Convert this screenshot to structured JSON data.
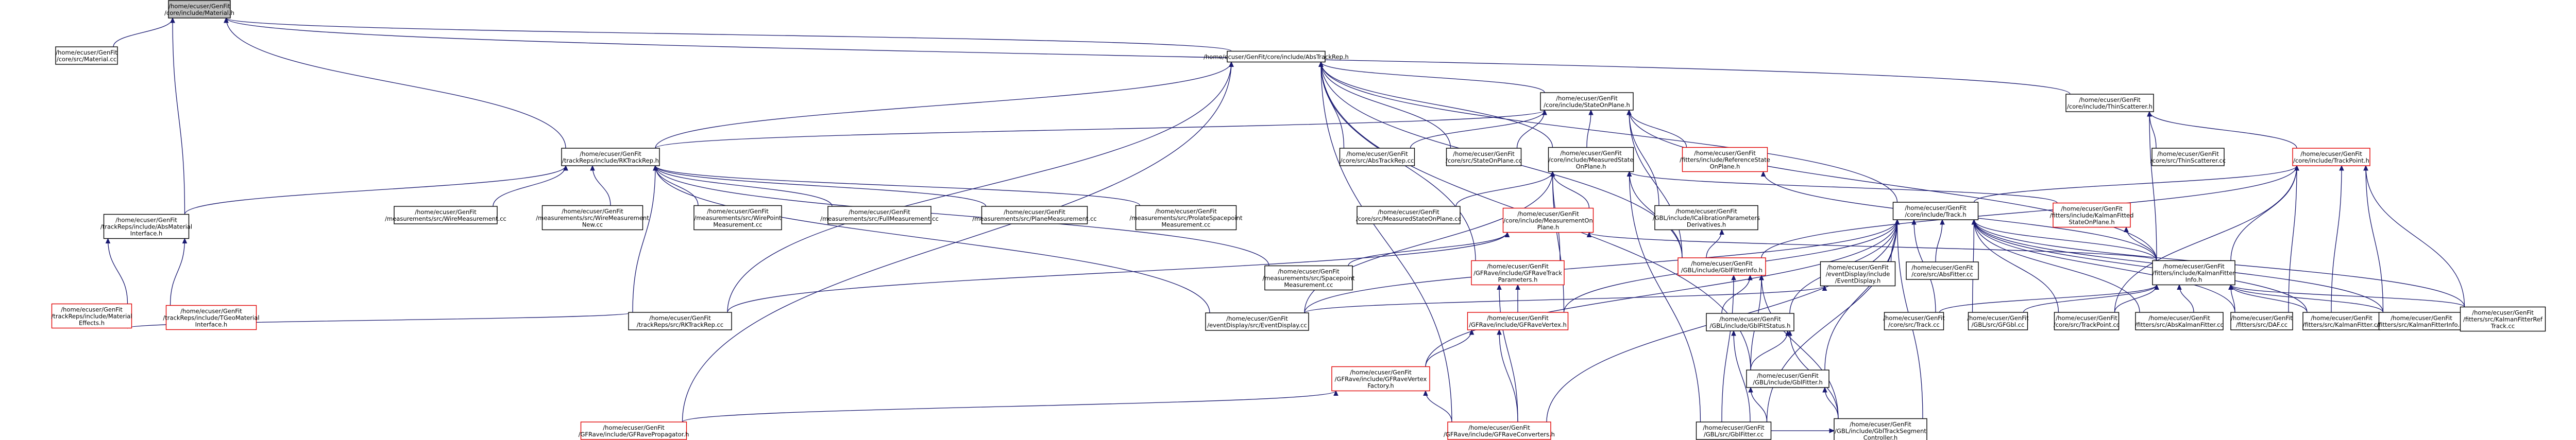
{
  "title": "",
  "nodes": [
    {
      "id": "material",
      "lines": [
        "/home/ecuser/GenFit",
        "/core/include/Material.h"
      ],
      "style": "root"
    },
    {
      "id": "material_cc",
      "lines": [
        "/home/ecuser/GenFit",
        "/core/src/Material.cc"
      ],
      "style": "normal"
    },
    {
      "id": "abstrackrep_h",
      "lines": [
        "/home/ecuser/GenFit/core/include/AbsTrackRep.h"
      ],
      "style": "normal"
    },
    {
      "id": "abs_material_interface_h",
      "lines": [
        "/home/ecuser/GenFit",
        "/trackReps/include/AbsMaterial",
        "Interface.h"
      ],
      "style": "normal"
    },
    {
      "id": "rktrackrep_h",
      "lines": [
        "/home/ecuser/GenFit",
        "/trackReps/include/RKTrackRep.h"
      ],
      "style": "normal"
    },
    {
      "id": "stateonplane_h",
      "lines": [
        "/home/ecuser/GenFit",
        "/core/include/StateOnPlane.h"
      ],
      "style": "normal"
    },
    {
      "id": "thinscatterer_h",
      "lines": [
        "/home/ecuser/GenFit",
        "/core/include/ThinScatterer.h"
      ],
      "style": "normal"
    },
    {
      "id": "material_effects_h",
      "lines": [
        "/home/ecuser/GenFit",
        "/trackReps/include/Material",
        "Effects.h"
      ],
      "style": "red"
    },
    {
      "id": "tgeo_material_interface_h",
      "lines": [
        "/home/ecuser/GenFit",
        "/trackReps/include/TGeoMaterial",
        "Interface.h"
      ],
      "style": "red"
    },
    {
      "id": "gfrave_propagator_h",
      "lines": [
        "/home/ecuser/GenFit",
        "/GFRave/include/GFRavePropagator.h"
      ],
      "style": "red"
    },
    {
      "id": "wire_measurement_cc",
      "lines": [
        "/home/ecuser/GenFit",
        "/measurements/src/WireMeasurement.cc"
      ],
      "style": "normal"
    },
    {
      "id": "wire_measurement_new_cc",
      "lines": [
        "/home/ecuser/GenFit",
        "/measurements/src/WireMeasurement",
        "New.cc"
      ],
      "style": "normal"
    },
    {
      "id": "wire_point_measurement_cc",
      "lines": [
        "/home/ecuser/GenFit",
        "/measurements/src/WirePoint",
        "Measurement.cc"
      ],
      "style": "normal"
    },
    {
      "id": "full_measurement_cc",
      "lines": [
        "/home/ecuser/GenFit",
        "/measurements/src/FullMeasurement.cc"
      ],
      "style": "normal"
    },
    {
      "id": "plane_measurement_cc",
      "lines": [
        "/home/ecuser/GenFit",
        "/measurements/src/PlaneMeasurement.cc"
      ],
      "style": "normal"
    },
    {
      "id": "prolate_spacepoint_measurement_cc",
      "lines": [
        "/home/ecuser/GenFit",
        "/measurements/src/ProlateSpacepoint",
        "Measurement.cc"
      ],
      "style": "normal"
    },
    {
      "id": "abstrackrep_cc",
      "lines": [
        "/home/ecuser/GenFit",
        "/core/src/AbsTrackRep.cc"
      ],
      "style": "normal"
    },
    {
      "id": "stateonplane_cc",
      "lines": [
        "/home/ecuser/GenFit",
        "/core/src/StateOnPlane.cc"
      ],
      "style": "normal"
    },
    {
      "id": "measured_stateonplane_h",
      "lines": [
        "/home/ecuser/GenFit",
        "/core/include/MeasuredState",
        "OnPlane.h"
      ],
      "style": "normal"
    },
    {
      "id": "reference_stateonplane_h",
      "lines": [
        "/home/ecuser/GenFit",
        "/fitters/include/ReferenceState",
        "OnPlane.h"
      ],
      "style": "red"
    },
    {
      "id": "thinscatterer_cc",
      "lines": [
        "/home/ecuser/GenFit",
        "/core/src/ThinScatterer.cc"
      ],
      "style": "normal"
    },
    {
      "id": "trackpoint_h",
      "lines": [
        "/home/ecuser/GenFit",
        "/core/include/TrackPoint.h"
      ],
      "style": "red"
    },
    {
      "id": "measured_stateonplane_cc",
      "lines": [
        "/home/ecuser/GenFit",
        "/core/src/MeasuredStateOnPlane.cc"
      ],
      "style": "normal"
    },
    {
      "id": "measurement_on_plane_h",
      "lines": [
        "/home/ecuser/GenFit",
        "/core/include/MeasurementOn",
        "Plane.h"
      ],
      "style": "red"
    },
    {
      "id": "calibration_parameters_h",
      "lines": [
        "/home/ecuser/GenFit",
        "/GBL/include/ICalibrationParameters",
        "Derivatives.h"
      ],
      "style": "normal"
    },
    {
      "id": "track_h",
      "lines": [
        "/home/ecuser/GenFit",
        "/core/include/Track.h"
      ],
      "style": "normal"
    },
    {
      "id": "kalman_fitted_stateonplane_h",
      "lines": [
        "/home/ecuser/GenFit",
        "/fitters/include/KalmanFitted",
        "StateOnPlane.h"
      ],
      "style": "red"
    },
    {
      "id": "spacepoint_measurement_cc",
      "lines": [
        "/home/ecuser/GenFit",
        "/measurements/src/Spacepoint",
        "Measurement.cc"
      ],
      "style": "normal"
    },
    {
      "id": "gfrave_track_parameters_h",
      "lines": [
        "/home/ecuser/GenFit",
        "/GFRave/include/GFRaveTrack",
        "Parameters.h"
      ],
      "style": "red"
    },
    {
      "id": "gbl_fitterinfo_h",
      "lines": [
        "/home/ecuser/GenFit",
        "/GBL/include/GblFitterInfo.h"
      ],
      "style": "red"
    },
    {
      "id": "event_display_h",
      "lines": [
        "/home/ecuser/GenFit",
        "/eventDisplay/include",
        "/EventDisplay.h"
      ],
      "style": "normal"
    },
    {
      "id": "absfitter_cc",
      "lines": [
        "/home/ecuser/GenFit",
        "/core/src/AbsFitter.cc"
      ],
      "style": "normal"
    },
    {
      "id": "kalman_fitterinfo_h",
      "lines": [
        "/home/ecuser/GenFit",
        "/fitters/include/KalmanFitter",
        "Info.h"
      ],
      "style": "normal"
    },
    {
      "id": "rktrackrep_cc",
      "lines": [
        "/home/ecuser/GenFit",
        "/trackReps/src/RKTrackRep.cc"
      ],
      "style": "normal"
    },
    {
      "id": "event_display_cc",
      "lines": [
        "/home/ecuser/GenFit",
        "/eventDisplay/src/EventDisplay.cc"
      ],
      "style": "normal"
    },
    {
      "id": "gfrave_vertex_h",
      "lines": [
        "/home/ecuser/GenFit",
        "/GFRave/include/GFRaveVertex.h"
      ],
      "style": "red"
    },
    {
      "id": "gbl_fitstatus_h",
      "lines": [
        "/home/ecuser/GenFit",
        "/GBL/include/GblFitStatus.h"
      ],
      "style": "normal"
    },
    {
      "id": "track_cc",
      "lines": [
        "/home/ecuser/GenFit",
        "/core/src/Track.cc"
      ],
      "style": "normal"
    },
    {
      "id": "gfgbl_cc",
      "lines": [
        "/home/ecuser/GenFit",
        "/GBL/src/GFGbl.cc"
      ],
      "style": "normal"
    },
    {
      "id": "trackpoint_cc",
      "lines": [
        "/home/ecuser/GenFit",
        "/core/src/TrackPoint.cc"
      ],
      "style": "normal"
    },
    {
      "id": "abs_kalman_fitter_cc",
      "lines": [
        "/home/ecuser/GenFit",
        "/fitters/src/AbsKalmanFitter.cc"
      ],
      "style": "normal"
    },
    {
      "id": "daf_cc",
      "lines": [
        "/home/ecuser/GenFit",
        "/fitters/src/DAF.cc"
      ],
      "style": "normal"
    },
    {
      "id": "kalman_fitter_cc",
      "lines": [
        "/home/ecuser/GenFit",
        "/fitters/src/KalmanFitter.cc"
      ],
      "style": "normal"
    },
    {
      "id": "kalman_fitterinfo_cc",
      "lines": [
        "/home/ecuser/GenFit",
        "/fitters/src/KalmanFitterInfo.cc"
      ],
      "style": "normal"
    },
    {
      "id": "kalman_fitter_refined_track_cc",
      "lines": [
        "/home/ecuser/GenFit",
        "/fitters/src/KalmanFitterRef",
        "Track.cc"
      ],
      "style": "normal"
    },
    {
      "id": "gfrave_vertex_factory_h",
      "lines": [
        "/home/ecuser/GenFit",
        "/GFRave/include/GFRaveVertex",
        "Factory.h"
      ],
      "style": "red"
    },
    {
      "id": "gbl_fitter_h",
      "lines": [
        "/home/ecuser/GenFit",
        "/GBL/include/GblFitter.h"
      ],
      "style": "normal"
    },
    {
      "id": "gfrave_converters_h",
      "lines": [
        "/home/ecuser/GenFit",
        "/GFRave/include/GFRaveConverters.h"
      ],
      "style": "red"
    },
    {
      "id": "gbl_fitter_cc",
      "lines": [
        "/home/ecuser/GenFit",
        "/GBL/src/GblFitter.cc"
      ],
      "style": "normal"
    },
    {
      "id": "gbl_track_segment_controller_h",
      "lines": [
        "/home/ecuser/GenFit",
        "/GBL/include/GblTrackSegment",
        "Controller.h"
      ],
      "style": "normal"
    }
  ],
  "edges": [
    [
      "material",
      "material_cc"
    ],
    [
      "material",
      "abstrackrep_h"
    ],
    [
      "material",
      "abs_material_interface_h"
    ],
    [
      "material",
      "rktrackrep_h"
    ],
    [
      "material",
      "thinscatterer_h"
    ],
    [
      "abstrackrep_h",
      "stateonplane_h"
    ],
    [
      "abstrackrep_h",
      "rktrackrep_h"
    ],
    [
      "abstrackrep_h",
      "abstrackrep_cc"
    ],
    [
      "abstrackrep_h",
      "stateonplane_cc"
    ],
    [
      "abstrackrep_h",
      "measured_stateonplane_h"
    ],
    [
      "abstrackrep_h",
      "track_h"
    ],
    [
      "abstrackrep_h",
      "gfrave_propagator_h"
    ],
    [
      "abstrackrep_h",
      "gfrave_track_parameters_h"
    ],
    [
      "abstrackrep_h",
      "gbl_fitterinfo_h"
    ],
    [
      "abstrackrep_h",
      "gfrave_converters_h"
    ],
    [
      "abstrackrep_h",
      "gbl_fitter_h"
    ],
    [
      "abstrackrep_h",
      "rktrackrep_cc"
    ],
    [
      "abs_material_interface_h",
      "material_effects_h"
    ],
    [
      "abs_material_interface_h",
      "tgeo_material_interface_h"
    ],
    [
      "material_effects_h",
      "rktrackrep_cc"
    ],
    [
      "stateonplane_h",
      "rktrackrep_h"
    ],
    [
      "stateonplane_h",
      "abstrackrep_cc"
    ],
    [
      "stateonplane_h",
      "stateonplane_cc"
    ],
    [
      "stateonplane_h",
      "measured_stateonplane_h"
    ],
    [
      "stateonplane_h",
      "reference_stateonplane_h"
    ],
    [
      "stateonplane_h",
      "calibration_parameters_h"
    ],
    [
      "stateonplane_h",
      "kalman_fitterinfo_h"
    ],
    [
      "stateonplane_h",
      "gbl_fitterinfo_h"
    ],
    [
      "rktrackrep_h",
      "wire_measurement_cc"
    ],
    [
      "rktrackrep_h",
      "wire_measurement_new_cc"
    ],
    [
      "rktrackrep_h",
      "wire_point_measurement_cc"
    ],
    [
      "rktrackrep_h",
      "full_measurement_cc"
    ],
    [
      "rktrackrep_h",
      "plane_measurement_cc"
    ],
    [
      "rktrackrep_h",
      "prolate_spacepoint_measurement_cc"
    ],
    [
      "rktrackrep_h",
      "spacepoint_measurement_cc"
    ],
    [
      "rktrackrep_h",
      "event_display_cc"
    ],
    [
      "rktrackrep_h",
      "rktrackrep_cc"
    ],
    [
      "rktrackrep_h",
      "abs_material_interface_h"
    ],
    [
      "measured_stateonplane_h",
      "measured_stateonplane_cc"
    ],
    [
      "measured_stateonplane_h",
      "measurement_on_plane_h"
    ],
    [
      "measured_stateonplane_h",
      "kalman_fitted_stateonplane_h"
    ],
    [
      "measured_stateonplane_h",
      "gbl_fitterinfo_h"
    ],
    [
      "measured_stateonplane_h",
      "gfrave_track_parameters_h"
    ],
    [
      "measured_stateonplane_h",
      "gbl_fitter_cc"
    ],
    [
      "measured_stateonplane_h",
      "event_display_cc"
    ],
    [
      "measured_stateonplane_h",
      "gfrave_vertex_h"
    ],
    [
      "measurement_on_plane_h",
      "spacepoint_measurement_cc"
    ],
    [
      "measurement_on_plane_h",
      "rktrackrep_cc"
    ],
    [
      "measurement_on_plane_h",
      "kalman_fitterinfo_h"
    ],
    [
      "thinscatterer_h",
      "thinscatterer_cc"
    ],
    [
      "thinscatterer_h",
      "trackpoint_h"
    ],
    [
      "thinscatterer_h",
      "kalman_fitterinfo_h"
    ],
    [
      "trackpoint_h",
      "track_h"
    ],
    [
      "trackpoint_h",
      "kalman_fitterinfo_h"
    ],
    [
      "trackpoint_h",
      "gbl_fitterinfo_h"
    ],
    [
      "trackpoint_h",
      "trackpoint_cc"
    ],
    [
      "trackpoint_h",
      "daf_cc"
    ],
    [
      "trackpoint_h",
      "kalman_fitter_cc"
    ],
    [
      "trackpoint_h",
      "kalman_fitterinfo_cc"
    ],
    [
      "trackpoint_h",
      "kalman_fitter_refined_track_cc"
    ],
    [
      "track_h",
      "absfitter_cc"
    ],
    [
      "track_h",
      "kalman_fitterinfo_h"
    ],
    [
      "track_h",
      "event_display_h"
    ],
    [
      "track_h",
      "track_cc"
    ],
    [
      "track_h",
      "gfgbl_cc"
    ],
    [
      "track_h",
      "trackpoint_cc"
    ],
    [
      "track_h",
      "abs_kalman_fitter_cc"
    ],
    [
      "track_h",
      "daf_cc"
    ],
    [
      "track_h",
      "kalman_fitter_cc"
    ],
    [
      "track_h",
      "kalman_fitterinfo_cc"
    ],
    [
      "track_h",
      "kalman_fitter_refined_track_cc"
    ],
    [
      "track_h",
      "gbl_fitstatus_h"
    ],
    [
      "track_h",
      "gbl_fitter_h"
    ],
    [
      "track_h",
      "gfrave_vertex_h"
    ],
    [
      "track_h",
      "gfrave_vertex_factory_h"
    ],
    [
      "track_h",
      "gbl_fitter_cc"
    ],
    [
      "track_h",
      "gbl_track_segment_controller_h"
    ],
    [
      "track_h",
      "event_display_cc"
    ],
    [
      "track_h",
      "gfrave_converters_h"
    ],
    [
      "kalman_fitterinfo_h",
      "track_cc"
    ],
    [
      "kalman_fitterinfo_h",
      "gfgbl_cc"
    ],
    [
      "kalman_fitterinfo_h",
      "trackpoint_cc"
    ],
    [
      "kalman_fitterinfo_h",
      "abs_kalman_fitter_cc"
    ],
    [
      "kalman_fitterinfo_h",
      "daf_cc"
    ],
    [
      "kalman_fitterinfo_h",
      "kalman_fitter_cc"
    ],
    [
      "kalman_fitterinfo_h",
      "kalman_fitterinfo_cc"
    ],
    [
      "kalman_fitterinfo_h",
      "kalman_fitter_refined_track_cc"
    ],
    [
      "gfrave_track_parameters_h",
      "gfrave_vertex_h"
    ],
    [
      "gfrave_track_parameters_h",
      "gfrave_converters_h"
    ],
    [
      "gfrave_vertex_h",
      "gfrave_vertex_factory_h"
    ],
    [
      "gfrave_vertex_h",
      "gfrave_converters_h"
    ],
    [
      "gfrave_vertex_factory_h",
      "gfrave_propagator_h"
    ],
    [
      "gfrave_vertex_factory_h",
      "gfrave_converters_h"
    ],
    [
      "gbl_fitterinfo_h",
      "gbl_fitstatus_h"
    ],
    [
      "gbl_fitterinfo_h",
      "gbl_fitter_h"
    ],
    [
      "gbl_fitterinfo_h",
      "gbl_fitter_cc"
    ],
    [
      "gbl_fitterinfo_h",
      "gbl_track_segment_controller_h"
    ],
    [
      "gbl_fitstatus_h",
      "gbl_fitter_h"
    ],
    [
      "gbl_fitstatus_h",
      "gbl_fitter_cc"
    ],
    [
      "gbl_fitstatus_h",
      "gbl_track_segment_controller_h"
    ],
    [
      "gbl_fitter_h",
      "gbl_fitter_cc"
    ],
    [
      "gbl_fitter_h",
      "gbl_track_segment_controller_h"
    ],
    [
      "gbl_track_segment_controller_h",
      "gbl_fitter_cc"
    ],
    [
      "calibration_parameters_h",
      "gbl_fitterinfo_h"
    ],
    [
      "event_display_h",
      "event_display_cc"
    ],
    [
      "kalman_fitted_stateonplane_h",
      "kalman_fitterinfo_h"
    ],
    [
      "reference_stateonplane_h",
      "kalman_fitterinfo_h"
    ]
  ],
  "colors": {
    "edge": "#191970",
    "box_border": "#000000",
    "red_border": "#e00000",
    "root_fill": "#bfbfbf"
  }
}
